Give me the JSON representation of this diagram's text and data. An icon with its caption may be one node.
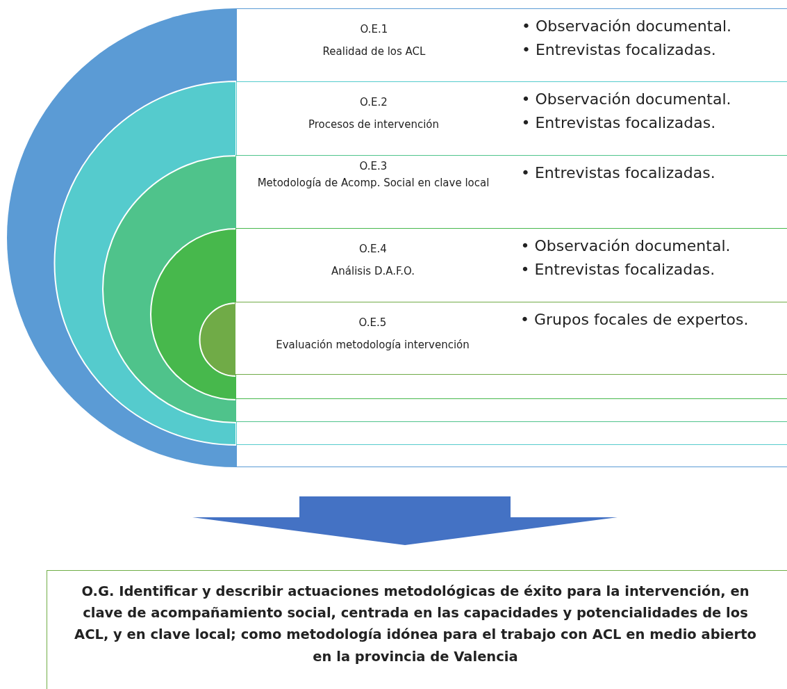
{
  "diagram": {
    "nodes": [
      {
        "text": [
          "O.E.1",
          "Realidad de los ACL",
          "• Observación documental.",
          "• Entrevistas focalizadas."
        ]
      },
      {
        "text": [
          "O.E.2",
          "Procesos de intervención",
          "• Observación documental.",
          "• Entrevistas focalizadas."
        ],
        "in": 0
      },
      {
        "text": [
          "O.E.3",
          "Metodología de Acomp. Social en clave local",
          "• Entrevistas focalizadas."
        ],
        "in": 1
      },
      {
        "text": [
          "O.E.4",
          "Análisis D.A.F.O.",
          "• Observación documental.",
          "• Entrevistas focalizadas."
        ],
        "in": 2
      },
      {
        "text": [
          "O.E.5",
          "Evaluación metodología intervención",
          "• Grupos focales de expertos."
        ],
        "in": 3
      },
      {
        "text": [
          "O.G. Identificar y describir actuaciones metodológicas de éxito para la intervención, en clave de acompañamiento social, centrada en las capacidades y potencialidades de los ACL, y en clave local; como metodología idónea para el trabajo con ACL en medio abierto en la provincia de Valencia"
        ]
      }
    ],
    "edges": [
      {
        "from": 0,
        "to": 5,
        "arrow": "to",
        "color": "#4472c4",
        "style": "thick"
      }
    ]
  }
}
